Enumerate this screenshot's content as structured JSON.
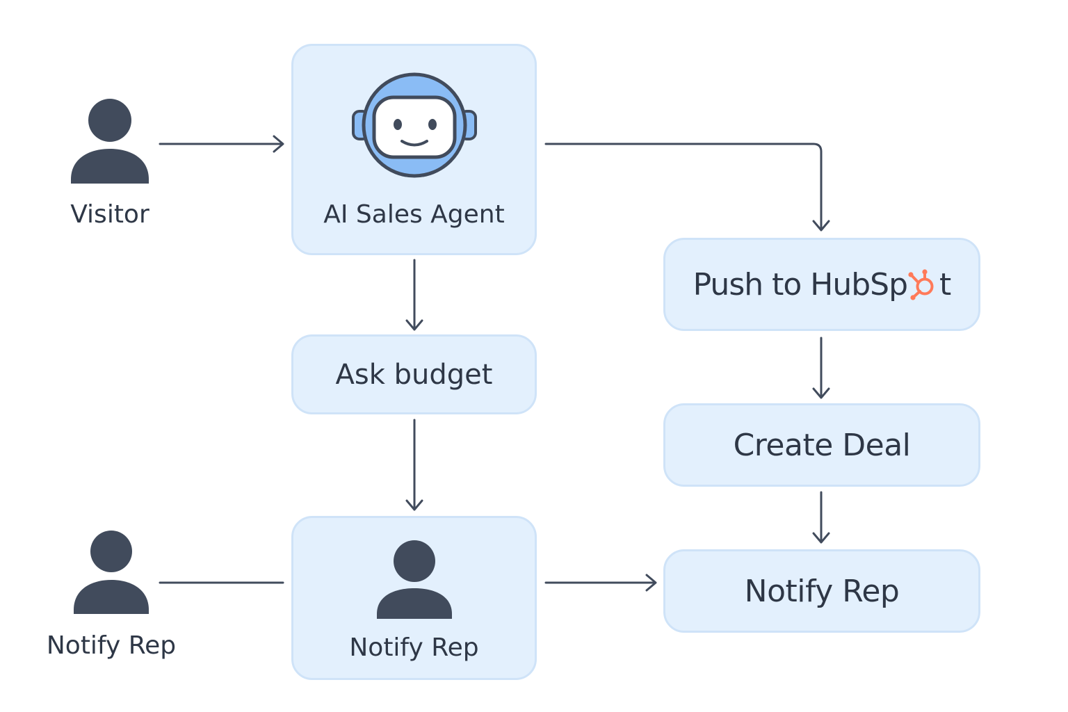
{
  "actors": {
    "visitor": {
      "label": "Visitor",
      "icon": "person-icon"
    },
    "rep": {
      "label": "Notify Rep",
      "icon": "person-icon"
    }
  },
  "nodes": {
    "agent": {
      "label": "AI Sales Agent",
      "icon": "robot-icon"
    },
    "budget": {
      "label": "Ask budget"
    },
    "rep_mid": {
      "label": "Notify Rep",
      "icon": "person-icon"
    },
    "hubspot": {
      "label_prefix": "Push to HubSp",
      "label_suffix": "t",
      "icon": "hubspot-logo-icon"
    },
    "deal": {
      "label": "Create Deal"
    },
    "rep_right": {
      "label": "Notify Rep"
    }
  },
  "colors": {
    "node_fill": "#e3f0fd",
    "node_border": "#cfe3f8",
    "ink": "#414b5c",
    "robot_face": "#8abcf5",
    "hubspot_orange": "#ff7a59"
  }
}
